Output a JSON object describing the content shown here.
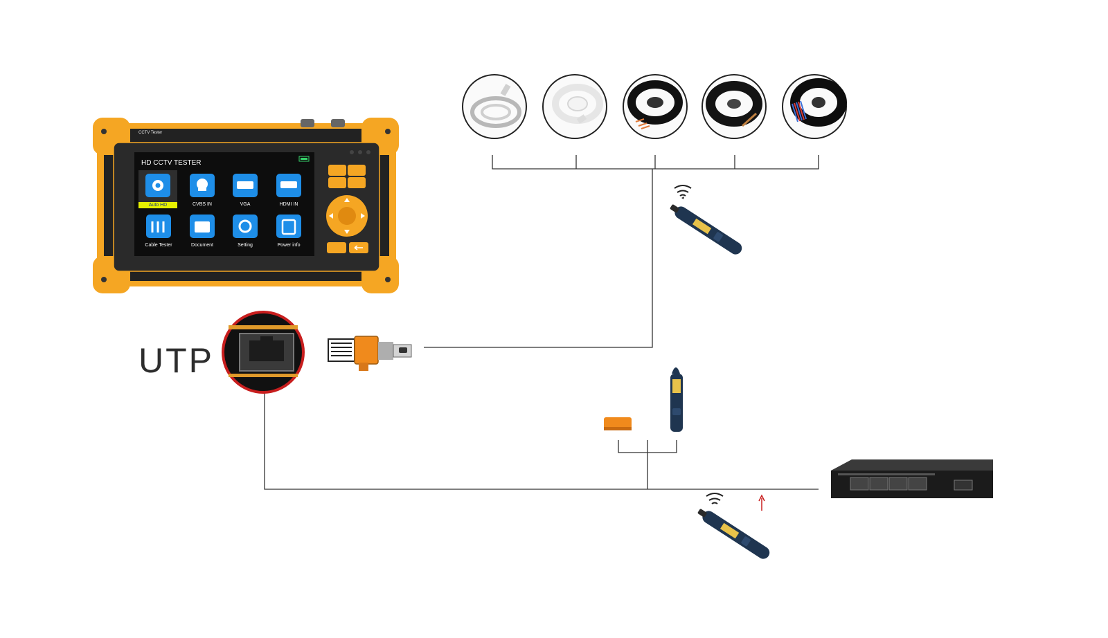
{
  "labels": {
    "utp": "UTP"
  },
  "device": {
    "brand": "CCTV Tester",
    "screen_title": "HD CCTV TESTER",
    "apps": [
      {
        "label": "Auto HD",
        "icon": "camera-icon",
        "selected": true
      },
      {
        "label": "CVBS IN",
        "icon": "dome-camera-icon",
        "selected": false
      },
      {
        "label": "VGA",
        "icon": "vga-port-icon",
        "selected": false
      },
      {
        "label": "HDMI IN",
        "icon": "hdmi-port-icon",
        "selected": false
      },
      {
        "label": "Cable Tester",
        "icon": "tools-icon",
        "selected": false
      },
      {
        "label": "Document",
        "icon": "folder-icon",
        "selected": false
      },
      {
        "label": "Setting",
        "icon": "gear-icon",
        "selected": false
      },
      {
        "label": "Power info",
        "icon": "battery-icon",
        "selected": false
      }
    ]
  },
  "colors": {
    "device_body": "#f5a623",
    "device_bezel": "#222222",
    "app_icon": "#1e8ee8",
    "selected_highlight": "#e6f000",
    "connector_orange": "#f08a1c",
    "probe_blue": "#1f3550",
    "line": "#333333"
  }
}
